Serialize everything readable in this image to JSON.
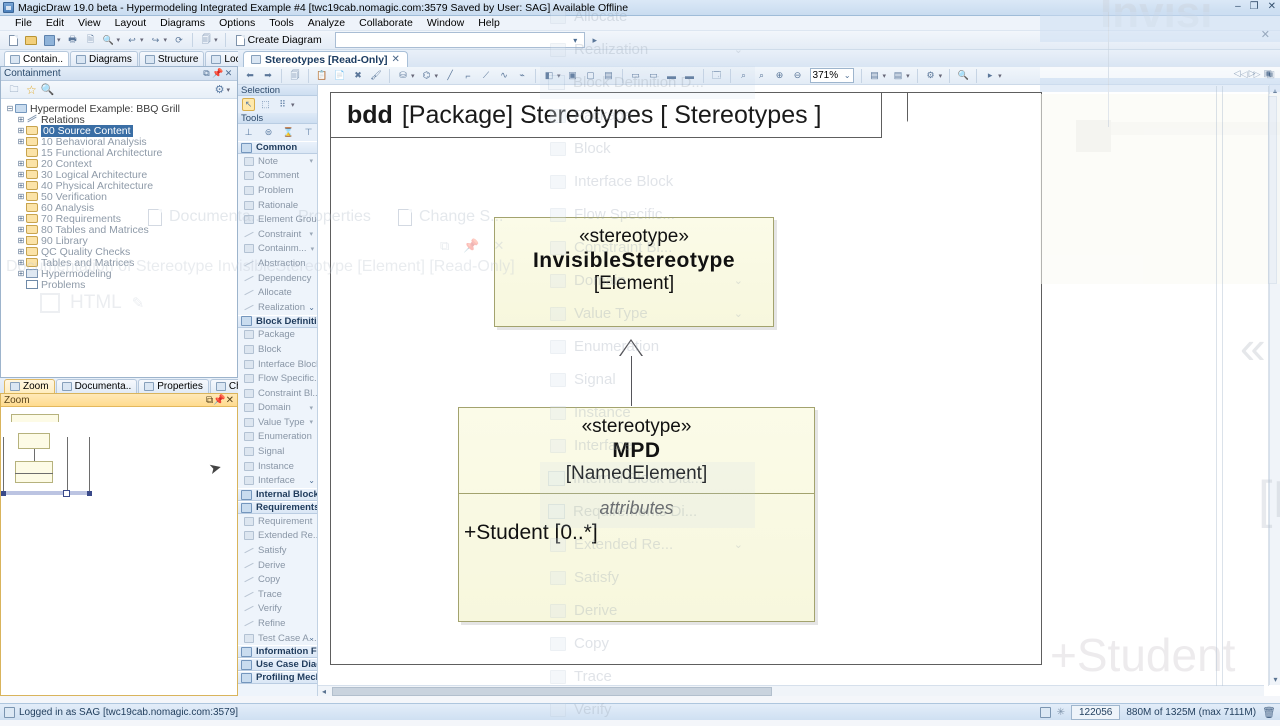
{
  "window": {
    "title": "MagicDraw 19.0 beta - Hypermodeling Integrated Example #4 [twc19cab.nomagic.com:3579 Saved by User: SAG]  Available Offline",
    "app_icon": "magicdraw-icon",
    "minimize": "–",
    "maximize": "❐",
    "close": "✕"
  },
  "menubar": {
    "items": [
      "File",
      "Edit",
      "View",
      "Layout",
      "Diagrams",
      "Options",
      "Tools",
      "Analyze",
      "Collaborate",
      "Window",
      "Help"
    ]
  },
  "main_toolbar": {
    "create_diagram_label": "Create Diagram",
    "combo_value": "",
    "combo_caret": "▾",
    "icons": [
      "new-icon",
      "open-icon",
      "save-icon",
      "print-icon",
      "print-preview-icon",
      "find-icon",
      "undo-icon",
      "redo-icon",
      "refresh-icon",
      "copy-style-icon"
    ]
  },
  "left_tabs": {
    "items": [
      {
        "label": "Contain..",
        "icon": "containment-icon",
        "active": true
      },
      {
        "label": "Diagrams",
        "icon": "diagrams-icon",
        "active": false
      },
      {
        "label": "Structure",
        "icon": "structure-icon",
        "active": false
      },
      {
        "label": "Lock View",
        "icon": "lock-view-icon",
        "active": false
      }
    ]
  },
  "containment": {
    "title": "Containment",
    "header_buttons": [
      "restore-icon",
      "pin-icon",
      "close-icon"
    ],
    "toolbar": [
      "open-element-icon",
      "favorites-star-icon",
      "search-icon",
      "gear-icon",
      "dropdown-caret-icon"
    ],
    "tree": [
      {
        "label": "Hypermodel Example: BBQ Grill",
        "indent": 0,
        "icon": "model-icon",
        "expander": "⊟",
        "selected": false,
        "dim": false
      },
      {
        "label": "Relations",
        "indent": 1,
        "icon": "relations-icon",
        "expander": "⊞",
        "selected": false,
        "dim": false
      },
      {
        "label": "00 Source Content",
        "indent": 1,
        "icon": "folder-icon",
        "expander": "⊞",
        "selected": true,
        "dim": false
      },
      {
        "label": "10 Behavioral Analysis",
        "indent": 1,
        "icon": "folder-icon",
        "expander": "⊞",
        "selected": false,
        "dim": true
      },
      {
        "label": "15 Functional Architecture",
        "indent": 1,
        "icon": "folder-icon",
        "expander": "",
        "selected": false,
        "dim": true
      },
      {
        "label": "20 Context",
        "indent": 1,
        "icon": "folder-icon",
        "expander": "⊞",
        "selected": false,
        "dim": true
      },
      {
        "label": "30 Logical Architecture",
        "indent": 1,
        "icon": "folder-icon",
        "expander": "⊞",
        "selected": false,
        "dim": true
      },
      {
        "label": "40 Physical Architecture",
        "indent": 1,
        "icon": "folder-icon",
        "expander": "⊞",
        "selected": false,
        "dim": true
      },
      {
        "label": "50 Verification",
        "indent": 1,
        "icon": "folder-icon",
        "expander": "⊞",
        "selected": false,
        "dim": true
      },
      {
        "label": "60 Analysis",
        "indent": 1,
        "icon": "folder-icon",
        "expander": "",
        "selected": false,
        "dim": true
      },
      {
        "label": "70 Requirements",
        "indent": 1,
        "icon": "folder-icon",
        "expander": "⊞",
        "selected": false,
        "dim": true
      },
      {
        "label": "80 Tables and Matrices",
        "indent": 1,
        "icon": "folder-icon",
        "expander": "⊞",
        "selected": false,
        "dim": true
      },
      {
        "label": "90 Library",
        "indent": 1,
        "icon": "folder-icon",
        "expander": "⊞",
        "selected": false,
        "dim": true
      },
      {
        "label": "QC Quality Checks",
        "indent": 1,
        "icon": "folder-icon",
        "expander": "⊞",
        "selected": false,
        "dim": true
      },
      {
        "label": "Tables and Matrices",
        "indent": 1,
        "icon": "folder-icon",
        "expander": "⊞",
        "selected": false,
        "dim": true
      },
      {
        "label": "Hypermodeling",
        "indent": 1,
        "icon": "hypermodeling-icon",
        "expander": "⊞",
        "selected": false,
        "dim": true
      },
      {
        "label": "Problems",
        "indent": 1,
        "icon": "problems-grid-icon",
        "expander": "",
        "selected": false,
        "dim": true
      }
    ]
  },
  "bottom_left_tabs": {
    "items": [
      {
        "label": "Zoom",
        "icon": "zoom-icon",
        "active": true
      },
      {
        "label": "Documenta..",
        "icon": "documentation-icon",
        "active": false
      },
      {
        "label": "Properties",
        "icon": "properties-icon",
        "active": false
      },
      {
        "label": "Change S..",
        "icon": "change-sets-icon",
        "active": false
      }
    ]
  },
  "zoom_panel": {
    "title": "Zoom",
    "header_buttons": [
      "restore-icon",
      "pin-icon",
      "close-icon"
    ],
    "cursor": "mouse-cursor"
  },
  "diagram_tab": {
    "label": "Stereotypes [Read-Only]",
    "icon": "bdd-diagram-icon",
    "close": "✕"
  },
  "diagram_toolbar": {
    "zoom_value": "371%",
    "zoom_caret": "⌄",
    "nav_buttons": [
      "prev-icon",
      "next-icon",
      "maximize-panel-icon"
    ],
    "icons": [
      "back-icon",
      "forward-icon",
      "copy-style-icon",
      "paste-icon",
      "paste-special-icon",
      "delete-icon",
      "style-icon",
      "align-icon",
      "layout-icon",
      "line-style-icon",
      "fill-color-icon",
      "group-icon",
      "ungroup-icon",
      "zoom-in-icon",
      "zoom-out-icon",
      "zoom-fit-icon",
      "zoom-100-icon",
      "gear-icon",
      "search-icon",
      "play-icon"
    ]
  },
  "palette": {
    "selection_header": "Selection",
    "tools_header": "Tools",
    "sections": [
      {
        "name": "Common",
        "icon": "folder-open-icon",
        "items": [
          {
            "label": "Note",
            "icon": "note-icon",
            "caret": true
          },
          {
            "label": "Comment",
            "icon": "comment-icon",
            "caret": false
          },
          {
            "label": "Problem",
            "icon": "problem-icon",
            "caret": false
          },
          {
            "label": "Rationale",
            "icon": "rationale-icon",
            "caret": false
          },
          {
            "label": "Element Group",
            "icon": "element-group-icon",
            "caret": false
          },
          {
            "label": "Constraint",
            "icon": "constraint-icon",
            "caret": true
          },
          {
            "label": "Containm...",
            "icon": "containment-link-icon",
            "caret": true
          },
          {
            "label": "Abstraction",
            "icon": "abstraction-icon",
            "caret": false
          },
          {
            "label": "Dependency",
            "icon": "dependency-icon",
            "caret": false
          },
          {
            "label": "Allocate",
            "icon": "allocate-icon",
            "caret": false
          },
          {
            "label": "Realization",
            "icon": "realization-icon",
            "caret": false
          }
        ]
      },
      {
        "name": "Block Definition D...",
        "icon": "bdd-icon",
        "items": [
          {
            "label": "Package",
            "icon": "package-icon",
            "caret": false
          },
          {
            "label": "Block",
            "icon": "block-icon",
            "caret": false
          },
          {
            "label": "Interface Block",
            "icon": "interface-block-icon",
            "caret": false
          },
          {
            "label": "Flow Specific...",
            "icon": "flow-spec-icon",
            "caret": false
          },
          {
            "label": "Constraint Bl...",
            "icon": "constraint-block-icon",
            "caret": false
          },
          {
            "label": "Domain",
            "icon": "domain-icon",
            "caret": true
          },
          {
            "label": "Value Type",
            "icon": "value-type-icon",
            "caret": true
          },
          {
            "label": "Enumeration",
            "icon": "enumeration-icon",
            "caret": false
          },
          {
            "label": "Signal",
            "icon": "signal-icon",
            "caret": false
          },
          {
            "label": "Instance",
            "icon": "instance-icon",
            "caret": false
          },
          {
            "label": "Interface",
            "icon": "interface-icon",
            "caret": false
          }
        ]
      },
      {
        "name": "Internal Block Dia...",
        "icon": "ibd-icon",
        "items": []
      },
      {
        "name": "Requirements Di...",
        "icon": "req-diagram-icon",
        "items": [
          {
            "label": "Requirement",
            "icon": "requirement-icon",
            "caret": false
          },
          {
            "label": "Extended Re...",
            "icon": "extended-req-icon",
            "caret": true
          },
          {
            "label": "Satisfy",
            "icon": "satisfy-icon",
            "caret": false
          },
          {
            "label": "Derive",
            "icon": "derive-icon",
            "caret": false
          },
          {
            "label": "Copy",
            "icon": "copy-rel-icon",
            "caret": false
          },
          {
            "label": "Trace",
            "icon": "trace-icon",
            "caret": false
          },
          {
            "label": "Verify",
            "icon": "verify-icon",
            "caret": false
          },
          {
            "label": "Refine",
            "icon": "refine-icon",
            "caret": false
          },
          {
            "label": "Test Case A...",
            "icon": "test-case-icon",
            "caret": true
          }
        ]
      },
      {
        "name": "Information Flows",
        "icon": "information-flows-icon",
        "items": []
      },
      {
        "name": "Use Case Diagram",
        "icon": "use-case-icon",
        "items": []
      },
      {
        "name": "Profiling Mechanism",
        "icon": "profiling-icon",
        "items": []
      }
    ]
  },
  "diagram": {
    "header_kind": "bdd",
    "header_rest": "[Package] Stereotypes [ Stereotypes ]",
    "nodes": [
      {
        "id": "invisible-stereotype",
        "stereotype": "«stereotype»",
        "name": "InvisibleStereotype",
        "metaclass": "[Element]",
        "compartments": []
      },
      {
        "id": "mpd",
        "stereotype": "«stereotype»",
        "name": "MPD",
        "metaclass": "[NamedElement]",
        "compartments": [
          {
            "title": "attributes",
            "rows": [
              "+Student [0..*]"
            ]
          }
        ]
      }
    ],
    "relationship": "generalization"
  },
  "ghost_overlay": {
    "doc_panel": {
      "tabs": [
        "Documenta...",
        "Properties",
        "Change S..."
      ],
      "title": "Documentation of Stereotype InvisibleStereotype [Element] [Read-Only]",
      "html_label": "HTML",
      "buttons": [
        "restore-icon",
        "pin-icon",
        "close-icon"
      ]
    },
    "big_zoom": {
      "fragments": [
        "Invisi",
        "«",
        "[N",
        "+Student"
      ]
    },
    "palette_echo": [
      "Allocate",
      "Realization",
      "Block Definition D...",
      "Package",
      "Block",
      "Interface Block",
      "Flow Specific...",
      "Constraint Bl...",
      "Domain",
      "Value Type",
      "Enumeration",
      "Signal",
      "Instance",
      "Interface",
      "Internal Block Dia...",
      "Requirements Di...",
      "Extended Re...",
      "Satisfy",
      "Derive",
      "Copy",
      "Trace",
      "Verify"
    ]
  },
  "statusbar": {
    "login": "Logged in as SAG [twc19cab.nomagic.com:3579]",
    "counter": "122056",
    "memory": "880M of 1325M  (max 7111M)",
    "icons": [
      "server-icon",
      "progress-icon",
      "trash-icon"
    ]
  },
  "colors": {
    "accent": "#3a6ea5",
    "node_fill": "#fbfbe8",
    "node_border": "#a3a36e",
    "titlebar": "#c9dcf0",
    "selection": "#3a6ea5"
  }
}
